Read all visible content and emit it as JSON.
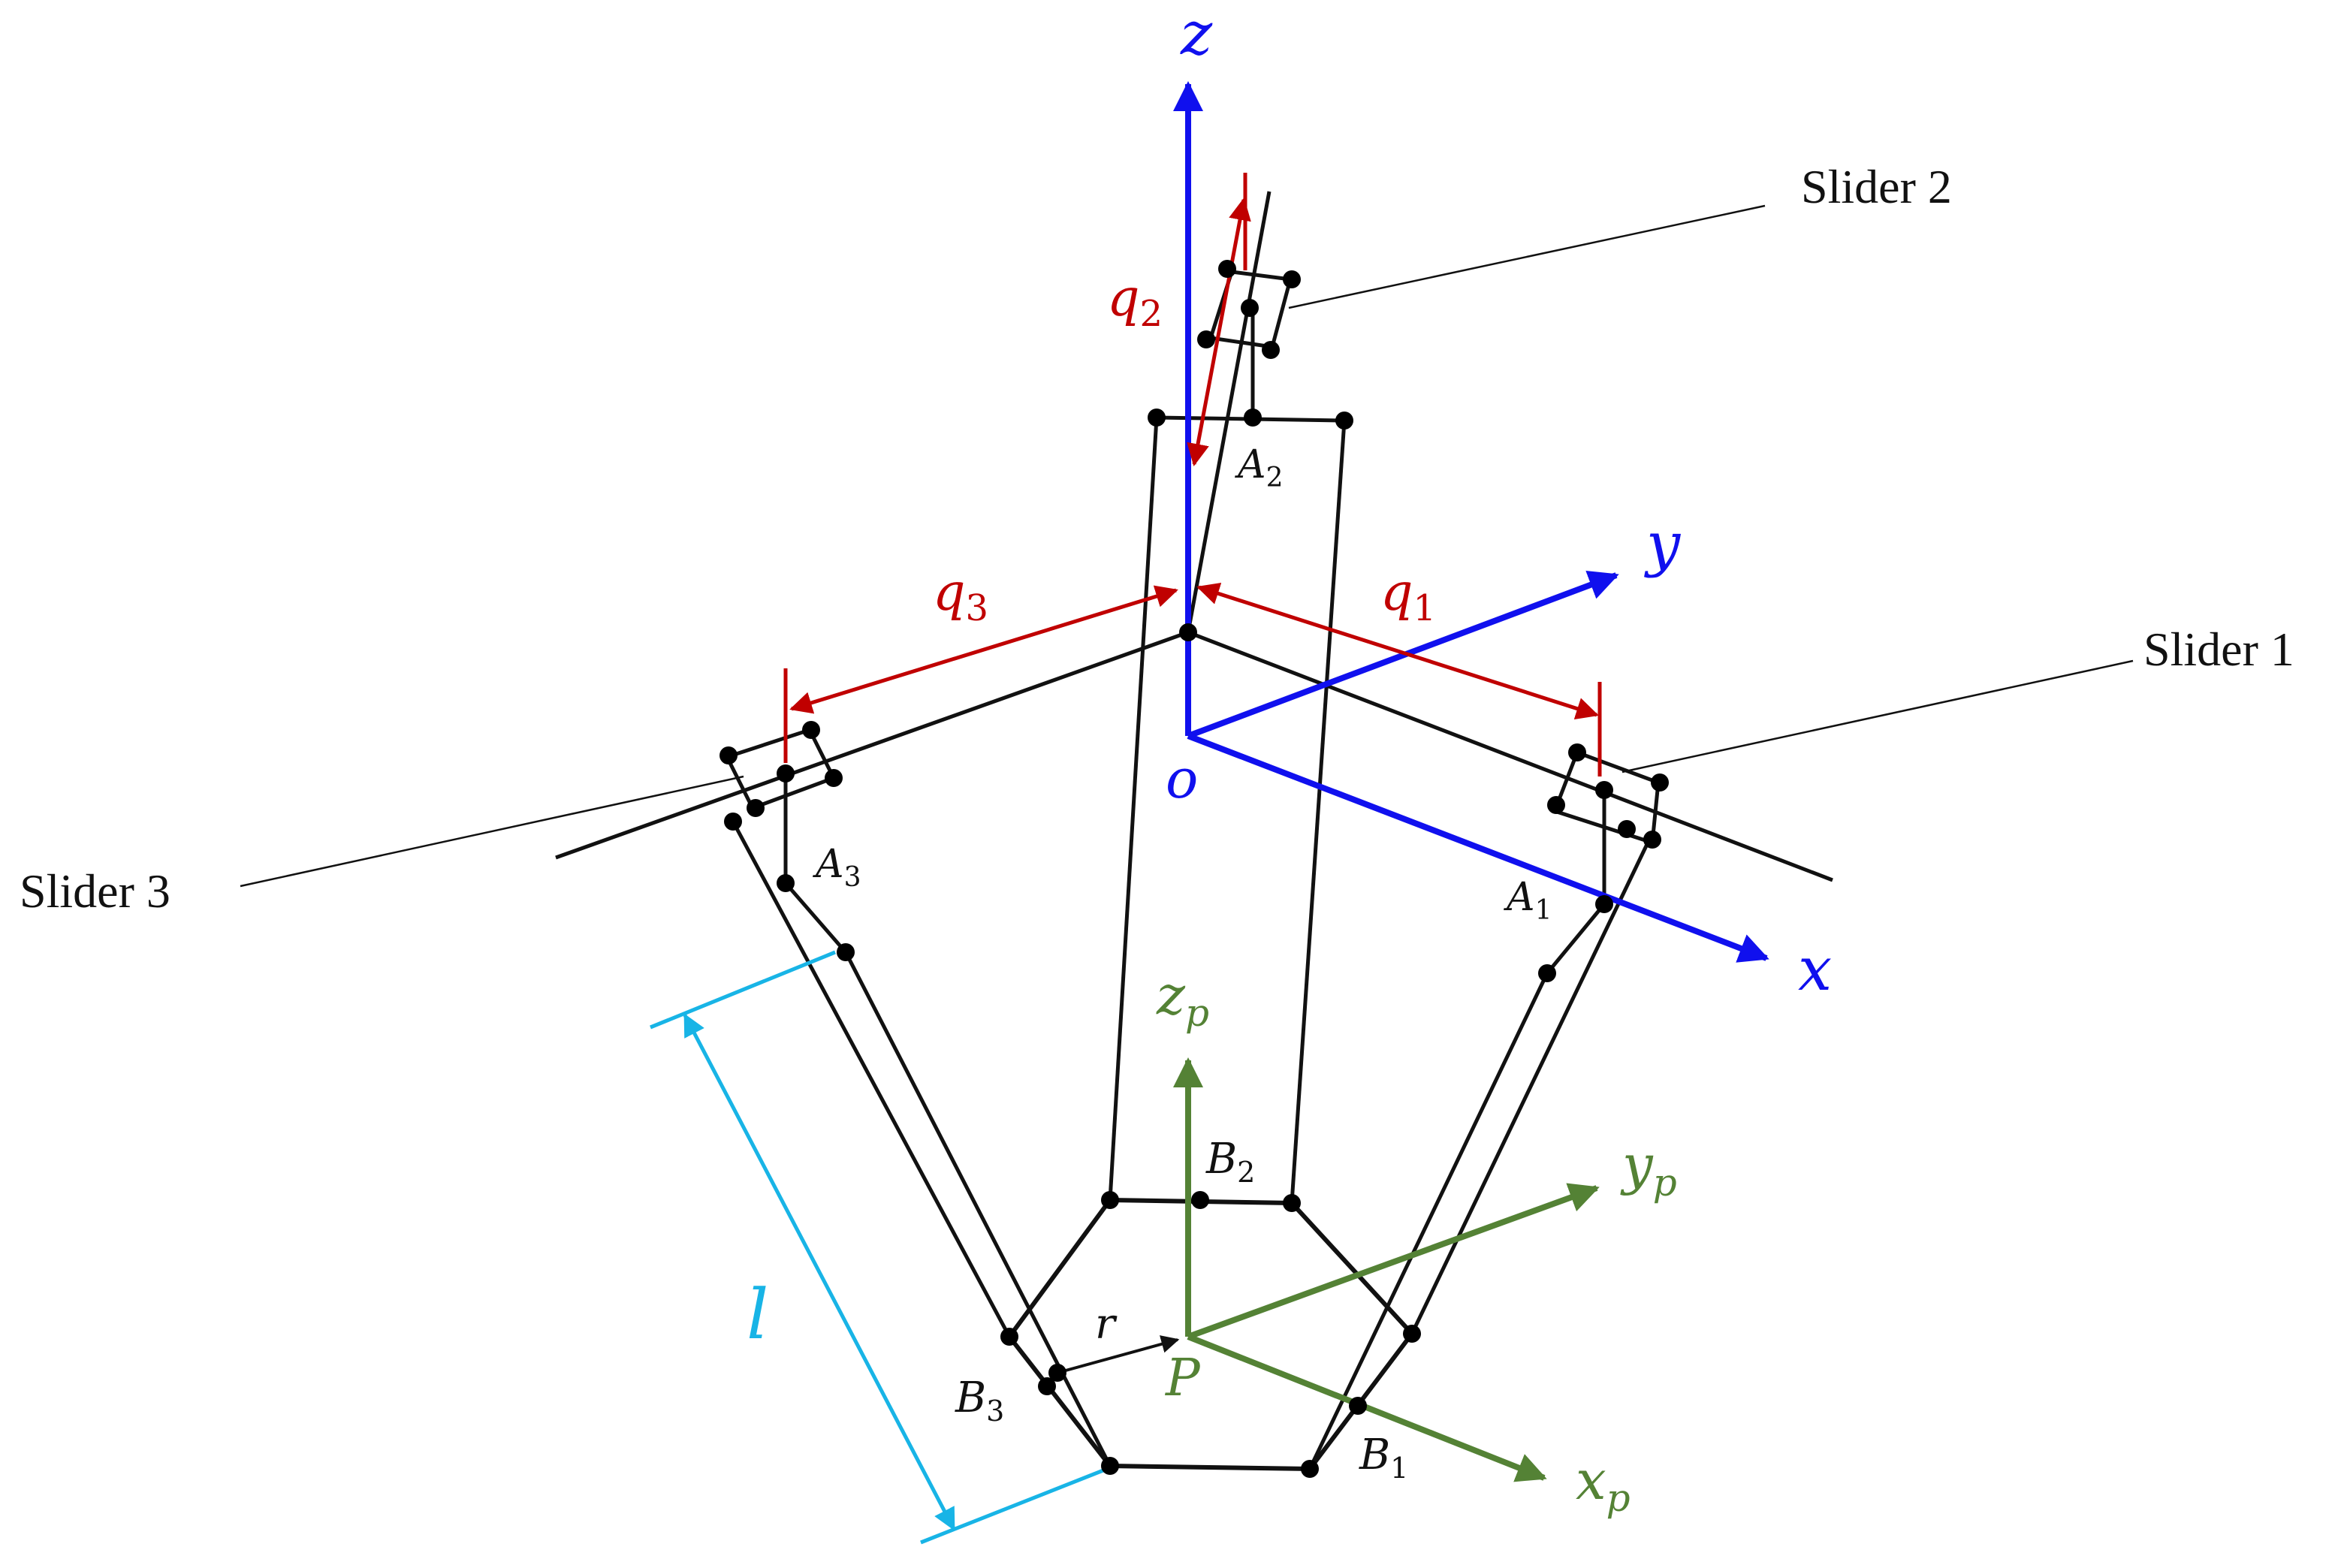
{
  "colors": {
    "frame": "#111111",
    "world_axes": "#1010ee",
    "platform_axes": "#548235",
    "joint_vars": "#c00000",
    "length_dim": "#18b4e6",
    "joint_dot": "#000000"
  },
  "labels": {
    "slider1": "Slider 1",
    "slider2": "Slider 2",
    "slider3": "Slider 3"
  },
  "axes": {
    "z": "z",
    "y": "y",
    "x": "x",
    "origin": "o",
    "zp": "z",
    "yp": "y",
    "xp": "x",
    "p_sub": "p",
    "P": "P"
  },
  "joints": {
    "q": "q",
    "q1_sub": "1",
    "q2_sub": "2",
    "q3_sub": "3",
    "A": "A",
    "A1_sub": "1",
    "A2_sub": "2",
    "A3_sub": "3",
    "B": "B",
    "B1_sub": "1",
    "B2_sub": "2",
    "B3_sub": "3"
  },
  "dimensions": {
    "l": "l",
    "r": "r"
  }
}
